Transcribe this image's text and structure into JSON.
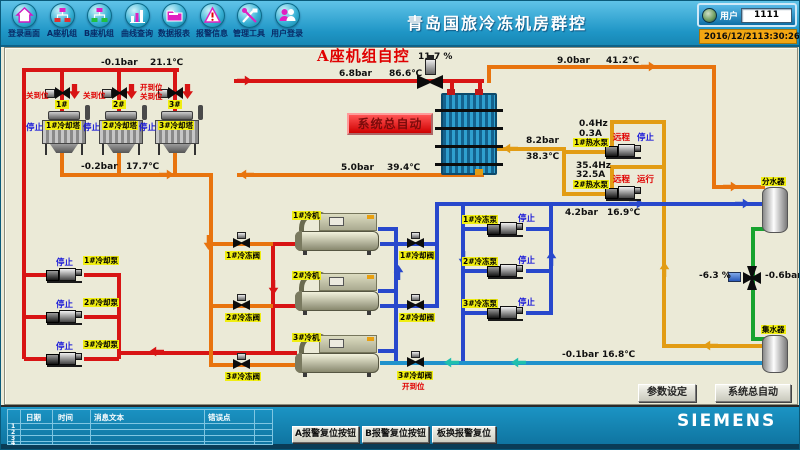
{
  "header": {
    "title": "青岛国旅冷冻机房群控",
    "toolbar": [
      {
        "label": "登录画面"
      },
      {
        "label": "A座机组"
      },
      {
        "label": "B座机组"
      },
      {
        "label": "曲线查询"
      },
      {
        "label": "数据报表"
      },
      {
        "label": "报警信息"
      },
      {
        "label": "管理工具"
      },
      {
        "label": "用户登录"
      }
    ],
    "user_label": "用户",
    "user_value": "1111",
    "date": "2016/12/21",
    "time": "13:30:26"
  },
  "diagram": {
    "title": "A座机组自控",
    "auto_mode_button": "系统总自动",
    "param_button": "参数设定",
    "system_auto_button": "系统总自动",
    "cooling_towers": {
      "supply": {
        "pressure": "-0.1bar",
        "temp": "21.1℃"
      },
      "return": {
        "pressure": "-0.2bar",
        "temp": "17.7℃"
      },
      "items": [
        {
          "name": "1#冷却塔",
          "status": "停止",
          "badge": "1#",
          "valve_line1": "关到位"
        },
        {
          "name": "2#冷却塔",
          "status": "停止",
          "badge": "2#",
          "valve_line1": "关到位"
        },
        {
          "name": "3#冷却塔",
          "status": "停止",
          "badge": "3#",
          "valve_line1": "开到位",
          "valve_line2": "关到位"
        }
      ]
    },
    "cooling_pumps": [
      {
        "name": "1#冷却泵",
        "status": "停止"
      },
      {
        "name": "2#冷却泵",
        "status": "停止"
      },
      {
        "name": "3#冷却泵",
        "status": "停止"
      }
    ],
    "chillers": [
      {
        "name": "1#冷机"
      },
      {
        "name": "2#冷机"
      },
      {
        "name": "3#冷机"
      }
    ],
    "chilled_valves": [
      {
        "name": "1#冷冻阀"
      },
      {
        "name": "2#冷冻阀"
      },
      {
        "name": "3#冷冻阀"
      }
    ],
    "cooling_valves": [
      {
        "name": "1#冷却阀"
      },
      {
        "name": "2#冷却阀"
      },
      {
        "name": "3#冷却阀",
        "status": "开到位"
      }
    ],
    "chilled_pumps": [
      {
        "name": "1#冷冻泵",
        "status": "停止"
      },
      {
        "name": "2#冷冻泵",
        "status": "停止"
      },
      {
        "name": "3#冷冻泵",
        "status": "停止"
      }
    ],
    "hot_water": {
      "primary_supply": {
        "pressure": "6.8bar",
        "temp": "86.6℃",
        "valve_position": "11.7 %"
      },
      "primary_return": {
        "pressure": "5.0bar",
        "temp": "39.4℃"
      },
      "secondary_supply": {
        "pressure": "9.0bar",
        "temp": "41.2℃"
      },
      "secondary_return": {
        "pressure": "8.2bar",
        "temp": "38.3℃"
      },
      "pumps": [
        {
          "name": "1#热水泵",
          "freq": "0.4Hz",
          "current": "0.3A",
          "mode": "远程",
          "status": "停止"
        },
        {
          "name": "2#热水泵",
          "freq": "35.4Hz",
          "current": "32.5A",
          "mode": "远程",
          "status": "运行"
        }
      ]
    },
    "chilled_water": {
      "supply": {
        "pressure": "4.2bar",
        "temp": "16.9℃"
      },
      "return": {
        "pressure": "-0.1bar",
        "temp": "16.8℃"
      }
    },
    "bypass_valve": {
      "position": "-6.3 %",
      "pressure": "-0.6bar"
    },
    "distributor": "分水器",
    "collector": "集水器"
  },
  "footer": {
    "alarm_table": {
      "headers": [
        "日期",
        "时间",
        "消息文本",
        "错误点"
      ],
      "row_numbers": [
        "1",
        "2",
        "3",
        "4"
      ],
      "rows": []
    },
    "buttons": [
      "A报警复位按钮",
      "B报警复位按钮",
      "板换报警复位"
    ],
    "brand": "SIEMENS"
  },
  "colors": {
    "header_teal": "#1f96c6",
    "panel_beige": "#ebead7",
    "pipe_red": "#d81414",
    "pipe_orange": "#e8740e",
    "pipe_amber": "#e29c14",
    "pipe_blue": "#2848cc",
    "pipe_lightblue": "#2092cc",
    "pipe_green": "#17a32e",
    "status_stop_blue": "#1818d8",
    "status_run_red": "#e00000",
    "label_yellow": "#f0ee10",
    "datetime_orange": "#f2a612"
  }
}
